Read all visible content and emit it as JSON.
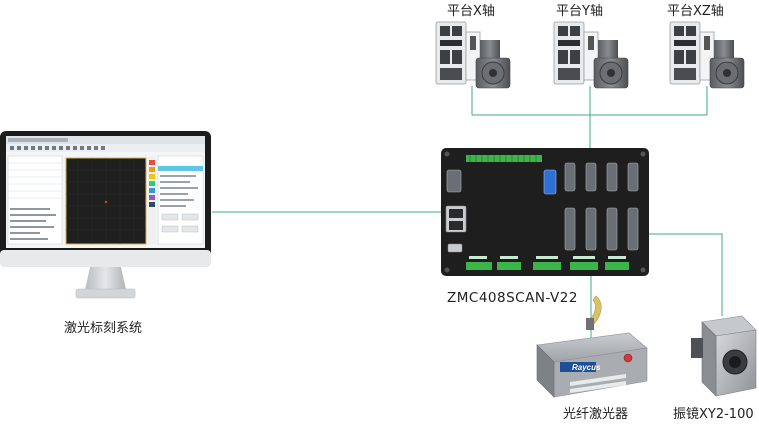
{
  "servos": [
    {
      "label": "平台X轴"
    },
    {
      "label": "平台Y轴"
    },
    {
      "label": "平台XZ轴"
    }
  ],
  "pc": {
    "label": "激光标刻系统"
  },
  "controller": {
    "model": "ZMC408SCAN-V22"
  },
  "laser": {
    "label": "光纤激光器",
    "brand": "Raycus"
  },
  "galvo": {
    "label": "振镜XY2-100"
  },
  "colors": {
    "connector": "#3fae87",
    "controller_body": "#1e1e1e",
    "terminal": "#3bb54a"
  }
}
